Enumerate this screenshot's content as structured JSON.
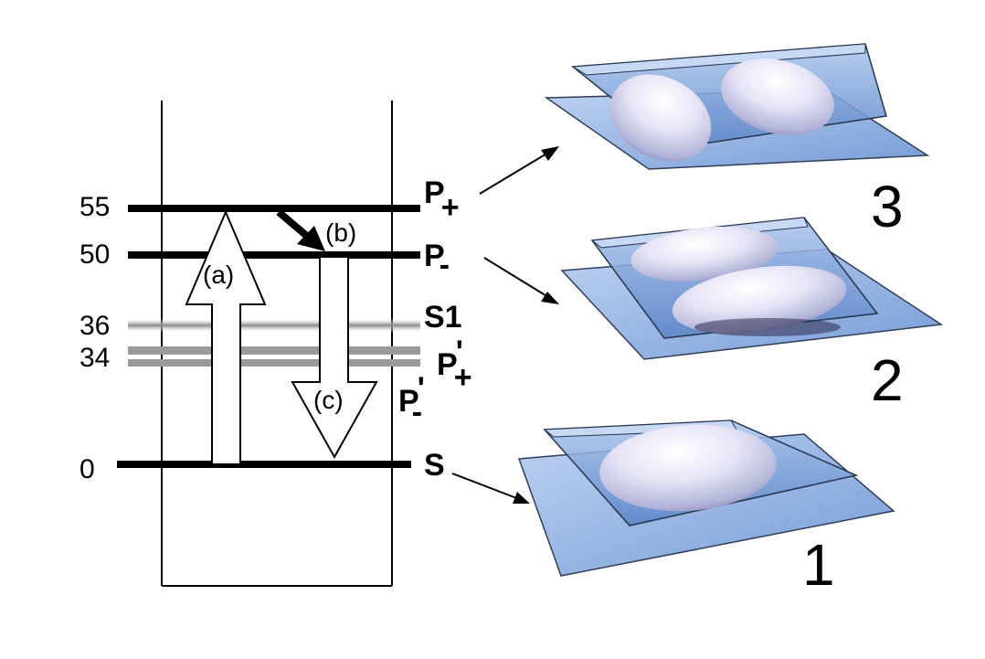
{
  "energy_levels": {
    "values": [
      "55",
      "50",
      "36",
      "34",
      "0"
    ],
    "states": {
      "p_plus": {
        "main": "P",
        "sub": "+"
      },
      "p_minus": {
        "main": "P",
        "sub": "-"
      },
      "s1": "S1",
      "p_prime_plus": {
        "main": "P",
        "prime": "'",
        "sub": "+"
      },
      "p_prime_minus": {
        "main": "P",
        "prime": "'",
        "sub": "-"
      },
      "s": "S"
    }
  },
  "transitions": {
    "a": "(a)",
    "b": "(b)",
    "c": "(c)"
  },
  "panels": [
    "3",
    "2",
    "1"
  ],
  "colors": {
    "level_line": "#000000",
    "band_gray": "#9a9a9a",
    "plate_fill": "#7fa6de",
    "plate_stroke": "#24344f",
    "particle": "#dcdcf2"
  }
}
